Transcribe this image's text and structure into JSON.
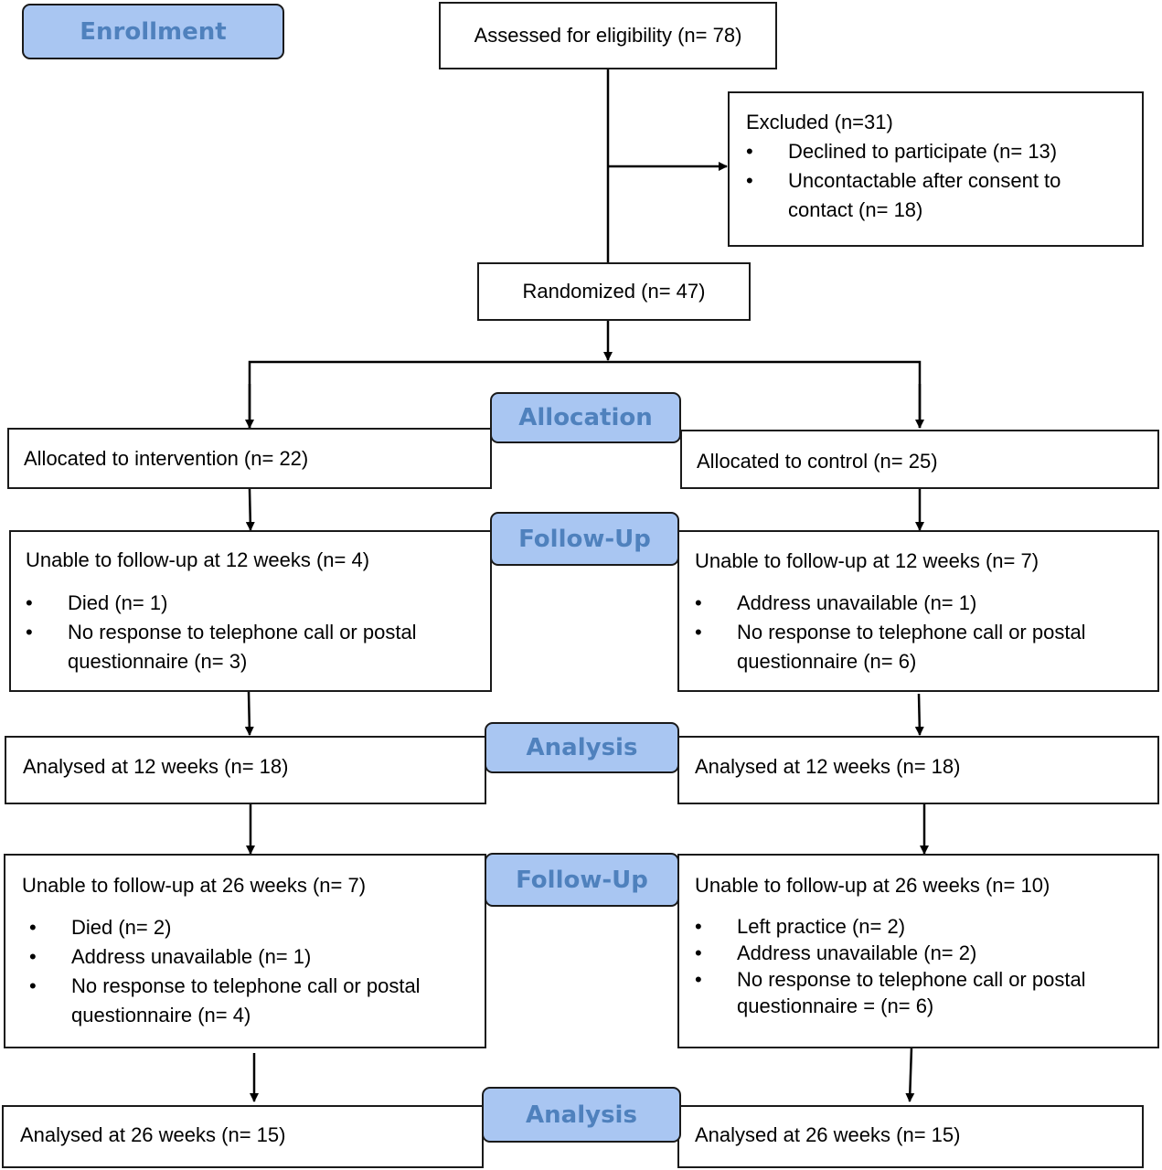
{
  "stages": {
    "enrollment": "Enrollment",
    "allocation": "Allocation",
    "followup1": "Follow-Up",
    "analysis1": "Analysis",
    "followup2": "Follow-Up",
    "analysis2": "Analysis"
  },
  "assessed": "Assessed for eligibility (n= 78)",
  "excluded": {
    "title": "Excluded (n=31)",
    "items": [
      "Declined to participate (n= 13)",
      "Uncontactable after consent to contact (n= 18)"
    ]
  },
  "randomized": "Randomized (n= 47)",
  "intervention": {
    "allocated": "Allocated to intervention (n= 22)",
    "followup12": {
      "title": "Unable to follow-up at 12 weeks (n= 4)",
      "items": [
        "Died (n= 1)",
        "No response to telephone call or postal questionnaire (n= 3)"
      ]
    },
    "analysed12": "Analysed at 12 weeks (n= 18)",
    "followup26": {
      "title": "Unable to follow-up at 26 weeks (n= 7)",
      "items": [
        "Died (n= 2)",
        "Address unavailable (n= 1)",
        "No response to telephone call or postal questionnaire (n= 4)"
      ]
    },
    "analysed26": "Analysed at 26 weeks (n= 15)"
  },
  "control": {
    "allocated": "Allocated to control (n= 25)",
    "followup12": {
      "title": "Unable to follow-up at 12 weeks (n= 7)",
      "items": [
        "Address unavailable (n= 1)",
        "No response to telephone call or postal questionnaire (n= 6)"
      ]
    },
    "analysed12": "Analysed at 12 weeks (n= 18)",
    "followup26": {
      "title": "Unable to follow-up at 26 weeks (n= 10)",
      "items": [
        "Left practice (n= 2)",
        "Address unavailable (n= 2)",
        "No response to telephone call or postal questionnaire = (n= 6)"
      ]
    },
    "analysed26": "Analysed at 26 weeks (n= 15)"
  },
  "colors": {
    "label_fill": "#a9c6f2",
    "label_text": "#4f81bd",
    "stroke": "#1a1a1a"
  }
}
